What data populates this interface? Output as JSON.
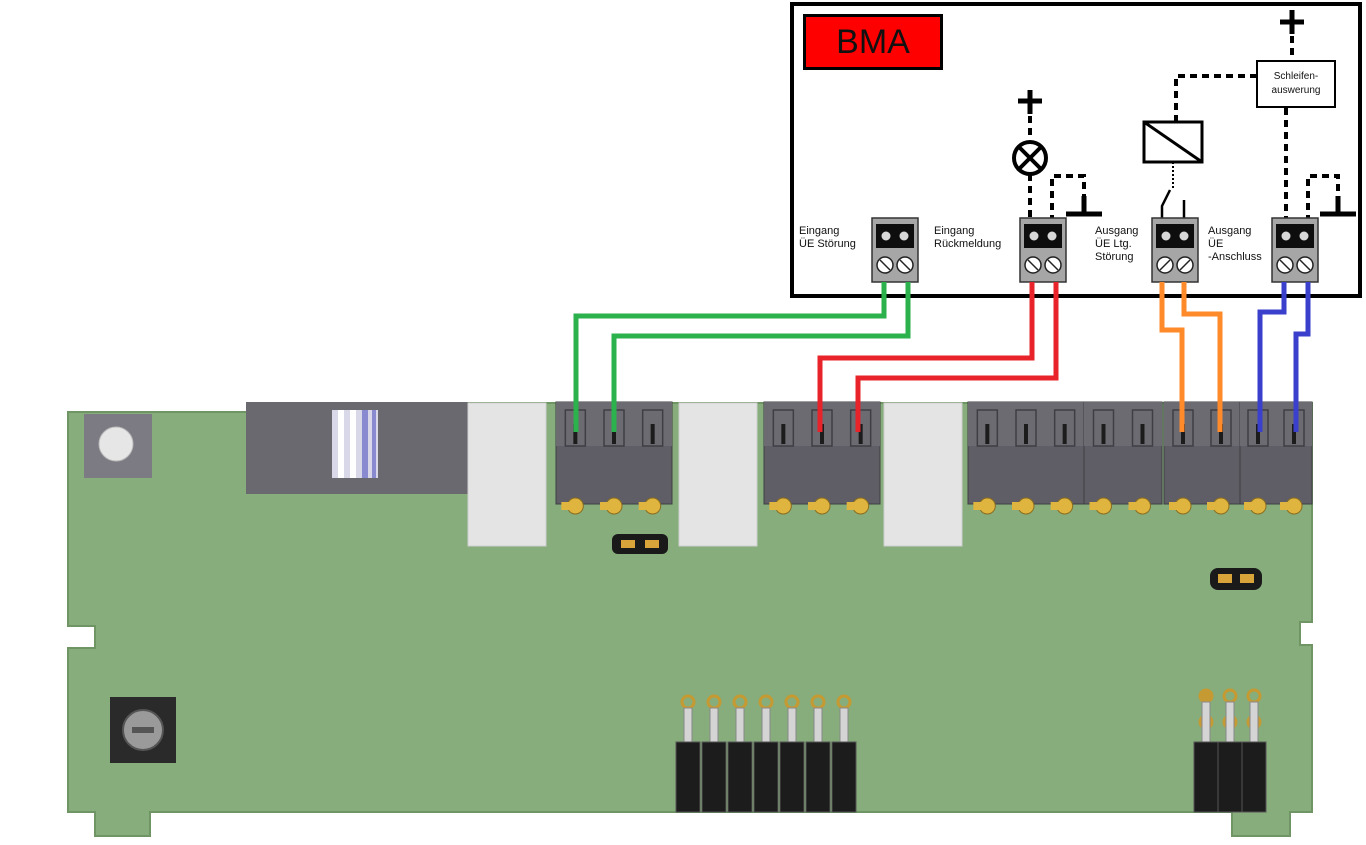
{
  "title": "BMA",
  "terminals": [
    {
      "id": "eingang-ue-stoerung",
      "label": "Eingang\nÜE Störung",
      "wire_color": "#2bb24c"
    },
    {
      "id": "eingang-rueckmeldung",
      "label": "Eingang\nRückmeldung",
      "wire_color": "#e8232a"
    },
    {
      "id": "ausgang-ue-ltg-stoerung",
      "label": "Ausgang\nÜE Ltg.\nStörung",
      "wire_color": "#ff8a2a"
    },
    {
      "id": "ausgang-ue-anschluss",
      "label": "Ausgang\nÜE\n-Anschluss",
      "wire_color": "#3a3fcc"
    }
  ],
  "loop_box_label": "Schleifen-\nauswerung",
  "colors": {
    "pcb": "#86ad7b",
    "pcb_edge": "#6f9565",
    "connector": "#5f5e66",
    "connector_dark": "#4a4950",
    "badge": "#ff0000"
  }
}
